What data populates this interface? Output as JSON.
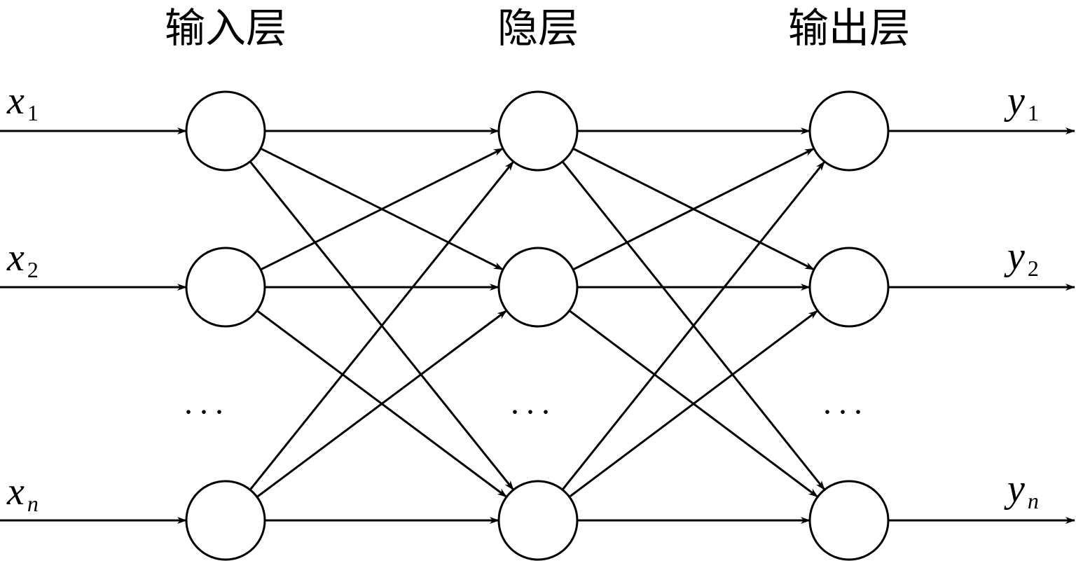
{
  "layers": [
    {
      "title": "输入层",
      "ellipsis": "···"
    },
    {
      "title": "隐层",
      "ellipsis": "···"
    },
    {
      "title": "输出层",
      "ellipsis": "···"
    }
  ],
  "inputs": [
    {
      "var": "x",
      "sub": "1"
    },
    {
      "var": "x",
      "sub": "2"
    },
    {
      "var": "x",
      "sub": "n"
    }
  ],
  "outputs": [
    {
      "var": "y",
      "sub": "1"
    },
    {
      "var": "y",
      "sub": "2"
    },
    {
      "var": "y",
      "sub": "n"
    }
  ],
  "colors": {
    "stroke": "#000000",
    "background": "#ffffff"
  }
}
